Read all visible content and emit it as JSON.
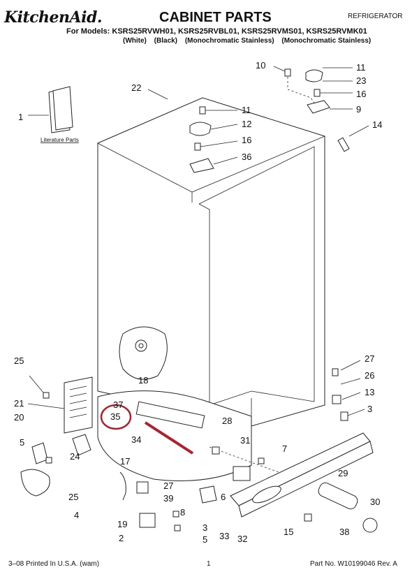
{
  "header": {
    "brand": "KitchenAid.",
    "title": "CABINET PARTS",
    "category": "REFRIGERATOR",
    "models_line": "For Models: KSRS25RVWH01, KSRS25RVBL01, KSRS25RVMS01, KSRS25RVMK01",
    "variants": [
      "(White)",
      "(Black)",
      "(Monochromatic Stainless)",
      "(Monochromatic Stainless)"
    ]
  },
  "diagram": {
    "literature_label": "Literature Parts",
    "callouts": {
      "c1": "1",
      "c22": "22",
      "c10": "10",
      "c11a": "11",
      "c23": "23",
      "c16a": "16",
      "c9": "9",
      "c11b": "11",
      "c12": "12",
      "c16b": "16",
      "c36": "36",
      "c14": "14",
      "c18": "18",
      "c25a": "25",
      "c21": "21",
      "c20": "20",
      "c5a": "5",
      "c37": "37",
      "c35": "35",
      "c28": "28",
      "c34": "34",
      "c31": "31",
      "c7": "7",
      "c27a": "27",
      "c26": "26",
      "c13": "13",
      "c3a": "3",
      "c24": "24",
      "c17": "17",
      "c25b": "25",
      "c4": "4",
      "c27b": "27",
      "c39": "39",
      "c8": "8",
      "c6": "6",
      "c29": "29",
      "c30": "30",
      "c19": "19",
      "c2": "2",
      "c3b": "3",
      "c5b": "5",
      "c33": "33",
      "c32": "32",
      "c15": "15",
      "c38": "38"
    },
    "highlight_color": "#b0202a"
  },
  "footer": {
    "printed": "3–08 Printed In U.S.A. (wam)",
    "page": "1",
    "part_no": "Part No. W10199046 Rev. A"
  }
}
